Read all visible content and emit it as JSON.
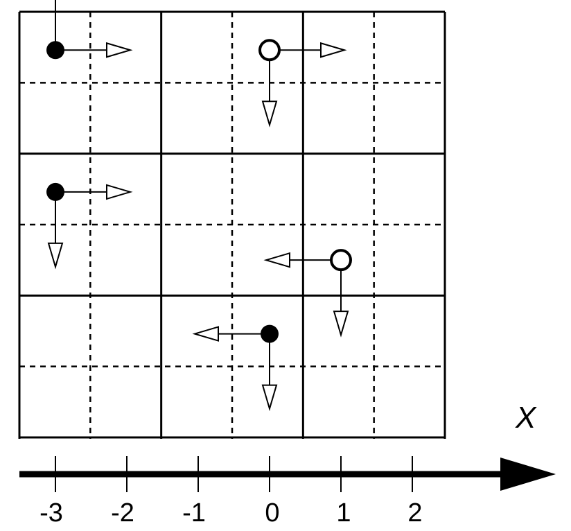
{
  "axis": {
    "label": "X",
    "tick_labels": [
      "-3",
      "-2",
      "-1",
      "0",
      "1",
      "2"
    ]
  },
  "grid": {
    "columns": 3,
    "rows": 3,
    "subdivided_dashed": true
  },
  "particles": [
    {
      "x": -3,
      "row": 1,
      "sub": "top",
      "fill": "filled",
      "arrows": [
        "up",
        "right"
      ]
    },
    {
      "x": 0,
      "row": 1,
      "sub": "top",
      "fill": "hollow",
      "arrows": [
        "right",
        "down"
      ]
    },
    {
      "x": -3,
      "row": 2,
      "sub": "top",
      "fill": "filled",
      "arrows": [
        "right",
        "down"
      ]
    },
    {
      "x": 1,
      "row": 2,
      "sub": "bottom",
      "fill": "hollow",
      "arrows": [
        "left",
        "down"
      ]
    },
    {
      "x": 0,
      "row": 3,
      "sub": "top",
      "fill": "filled",
      "arrows": [
        "left",
        "down"
      ]
    }
  ],
  "colors": {
    "line": "#000000",
    "background": "#ffffff"
  }
}
